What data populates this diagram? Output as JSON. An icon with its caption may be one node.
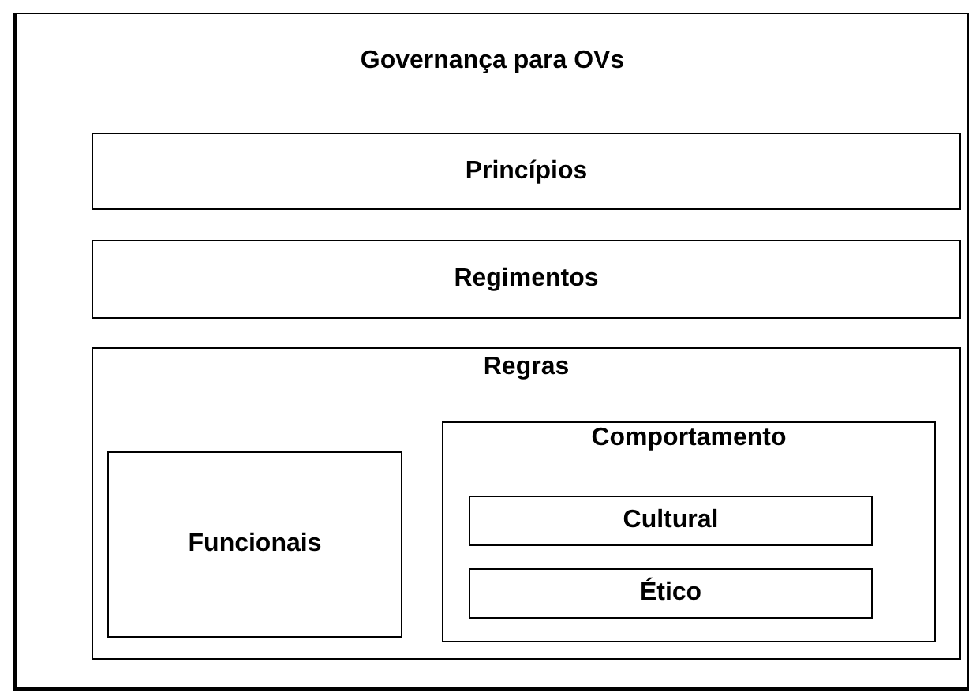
{
  "diagram": {
    "nodes": [
      {
        "text": [
          "Governança para OVs"
        ]
      },
      {
        "text": [
          "Princípios"
        ],
        "in": 0
      },
      {
        "text": [
          "Regimentos"
        ],
        "in": 0
      },
      {
        "text": [
          "Regras"
        ],
        "in": 0
      },
      {
        "text": [
          "Funcionais"
        ],
        "in": 3
      },
      {
        "text": [
          "Comportamento"
        ],
        "in": 3
      },
      {
        "text": [
          "Cultural"
        ],
        "in": 5
      },
      {
        "text": [
          "Ético"
        ],
        "in": 5
      }
    ]
  }
}
